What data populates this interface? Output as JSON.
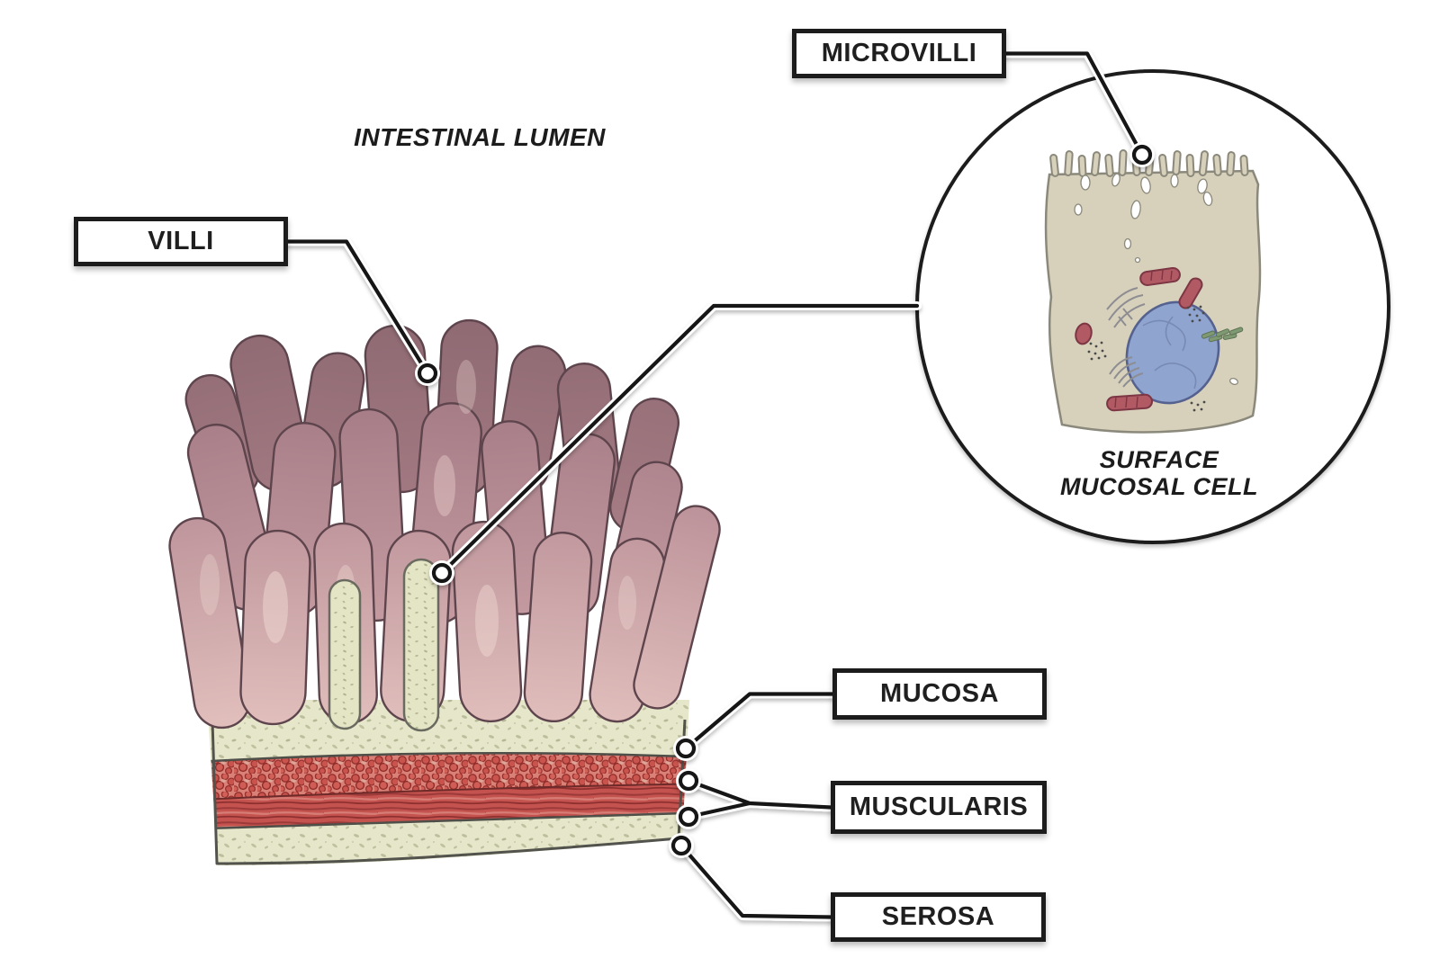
{
  "figure": {
    "lumen_label": "INTESTINAL LUMEN",
    "callouts": {
      "microvilli": "MICROVILLI",
      "villi": "VILLI",
      "mucosa": "MUCOSA",
      "muscularis": "MUSCULARIS",
      "serosa": "SEROSA"
    },
    "inset": {
      "caption_line1": "SURFACE",
      "caption_line2": "MUCOSAL CELL"
    },
    "palette": {
      "outline_black": "#1c1c1c",
      "villi_mauve_dark": "#8f6a73",
      "villi_mauve_mid": "#a47b85",
      "villi_pink_light": "#e2c0bd",
      "lamina_cream": "#e6e7ca",
      "granular_red": "#d98077",
      "muscle_red": "#c4524e",
      "cell_tan": "#d7d1bc",
      "nucleus_blue": "#8fa4ce",
      "mitochondria_red": "#b15a64",
      "golgi_gray": "#8d8d92",
      "organelle_green": "#7f9a72"
    }
  }
}
